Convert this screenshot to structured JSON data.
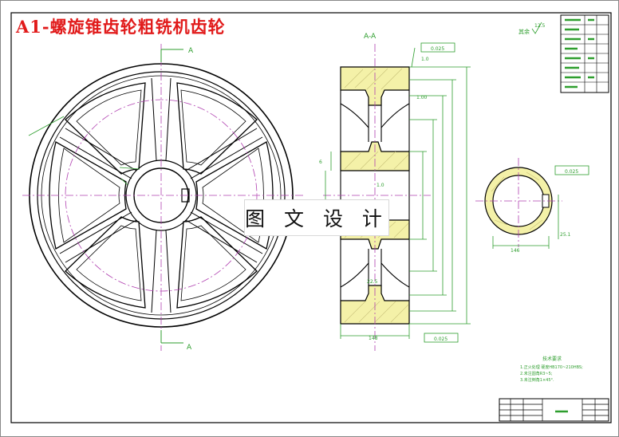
{
  "drawing": {
    "title": "A1-螺旋锥齿轮粗铣机齿轮",
    "watermark": "图 文 设 计",
    "section_label": "A-A",
    "cut_marks": [
      "A",
      "A"
    ],
    "roughness_note": "其余",
    "roughness_value": "12.5",
    "tolerances": [
      "0.025",
      "0.025",
      "0.025"
    ],
    "dims_section": [
      "1.00",
      "148",
      "6",
      "1.0",
      "22.5",
      "1.0"
    ],
    "dims_hub": [
      "146",
      "25.1"
    ],
    "requirements_title": "技术要求",
    "requirements": [
      "1.正火处理 硬度HB170~210HBS;",
      "2.未注圆角R3~5;",
      "3.未注倒角1×45°."
    ]
  },
  "colors": {
    "line": "#000000",
    "hatch": "#f4f1a8",
    "center": "#b040b0",
    "dim": "#2e9e2e",
    "title": "#e11b1b"
  }
}
